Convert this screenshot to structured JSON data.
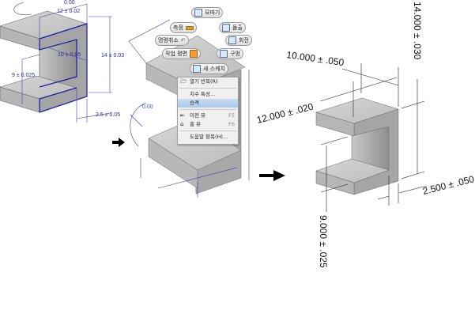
{
  "panel1": {
    "dims": {
      "angle": "0.00",
      "width": "12 ± 0.02",
      "depth": "10 ± 0.05",
      "height": "14 ± 0.03",
      "gap": "9 ± 0.025",
      "thickness": "2.5 ± 0.05"
    },
    "outline_color": "#1a1aa8"
  },
  "panel2": {
    "angle_label": "0.00",
    "marking_menu": [
      {
        "label": "모따기",
        "icon": "chamfer-icon"
      },
      {
        "label": "측정",
        "icon": "measure-icon"
      },
      {
        "label": "돌출",
        "icon": "extrude-icon"
      },
      {
        "label": "명령취소",
        "icon": "undo-icon"
      },
      {
        "label": "회전",
        "icon": "revolve-icon"
      },
      {
        "label": "작업 평면",
        "icon": "work-plane-icon"
      },
      {
        "label": "구멍",
        "icon": "hole-icon"
      },
      {
        "label": "새 스케치",
        "icon": "new-sketch-icon"
      }
    ],
    "context_menu": [
      {
        "label": "열기 반복(R)",
        "shortcut": "",
        "icon": "folder-icon"
      },
      {
        "label": "치수 특성...",
        "shortcut": ""
      },
      {
        "label": "승격",
        "shortcut": "",
        "highlighted": true
      },
      {
        "label": "이전 뷰",
        "shortcut": "F5",
        "icon": "previous-view-icon"
      },
      {
        "label": "홈 뷰",
        "shortcut": "F6",
        "icon": "home-icon"
      },
      {
        "label": "도움말 항목(H)...",
        "shortcut": ""
      }
    ]
  },
  "panel3": {
    "dims": {
      "depth": "10.000 ± .050",
      "width": "12.000 ± .020",
      "height": "14.000 ± .030",
      "thickness": "2.500 ± .050",
      "gap": "9.000 ± .025"
    }
  }
}
